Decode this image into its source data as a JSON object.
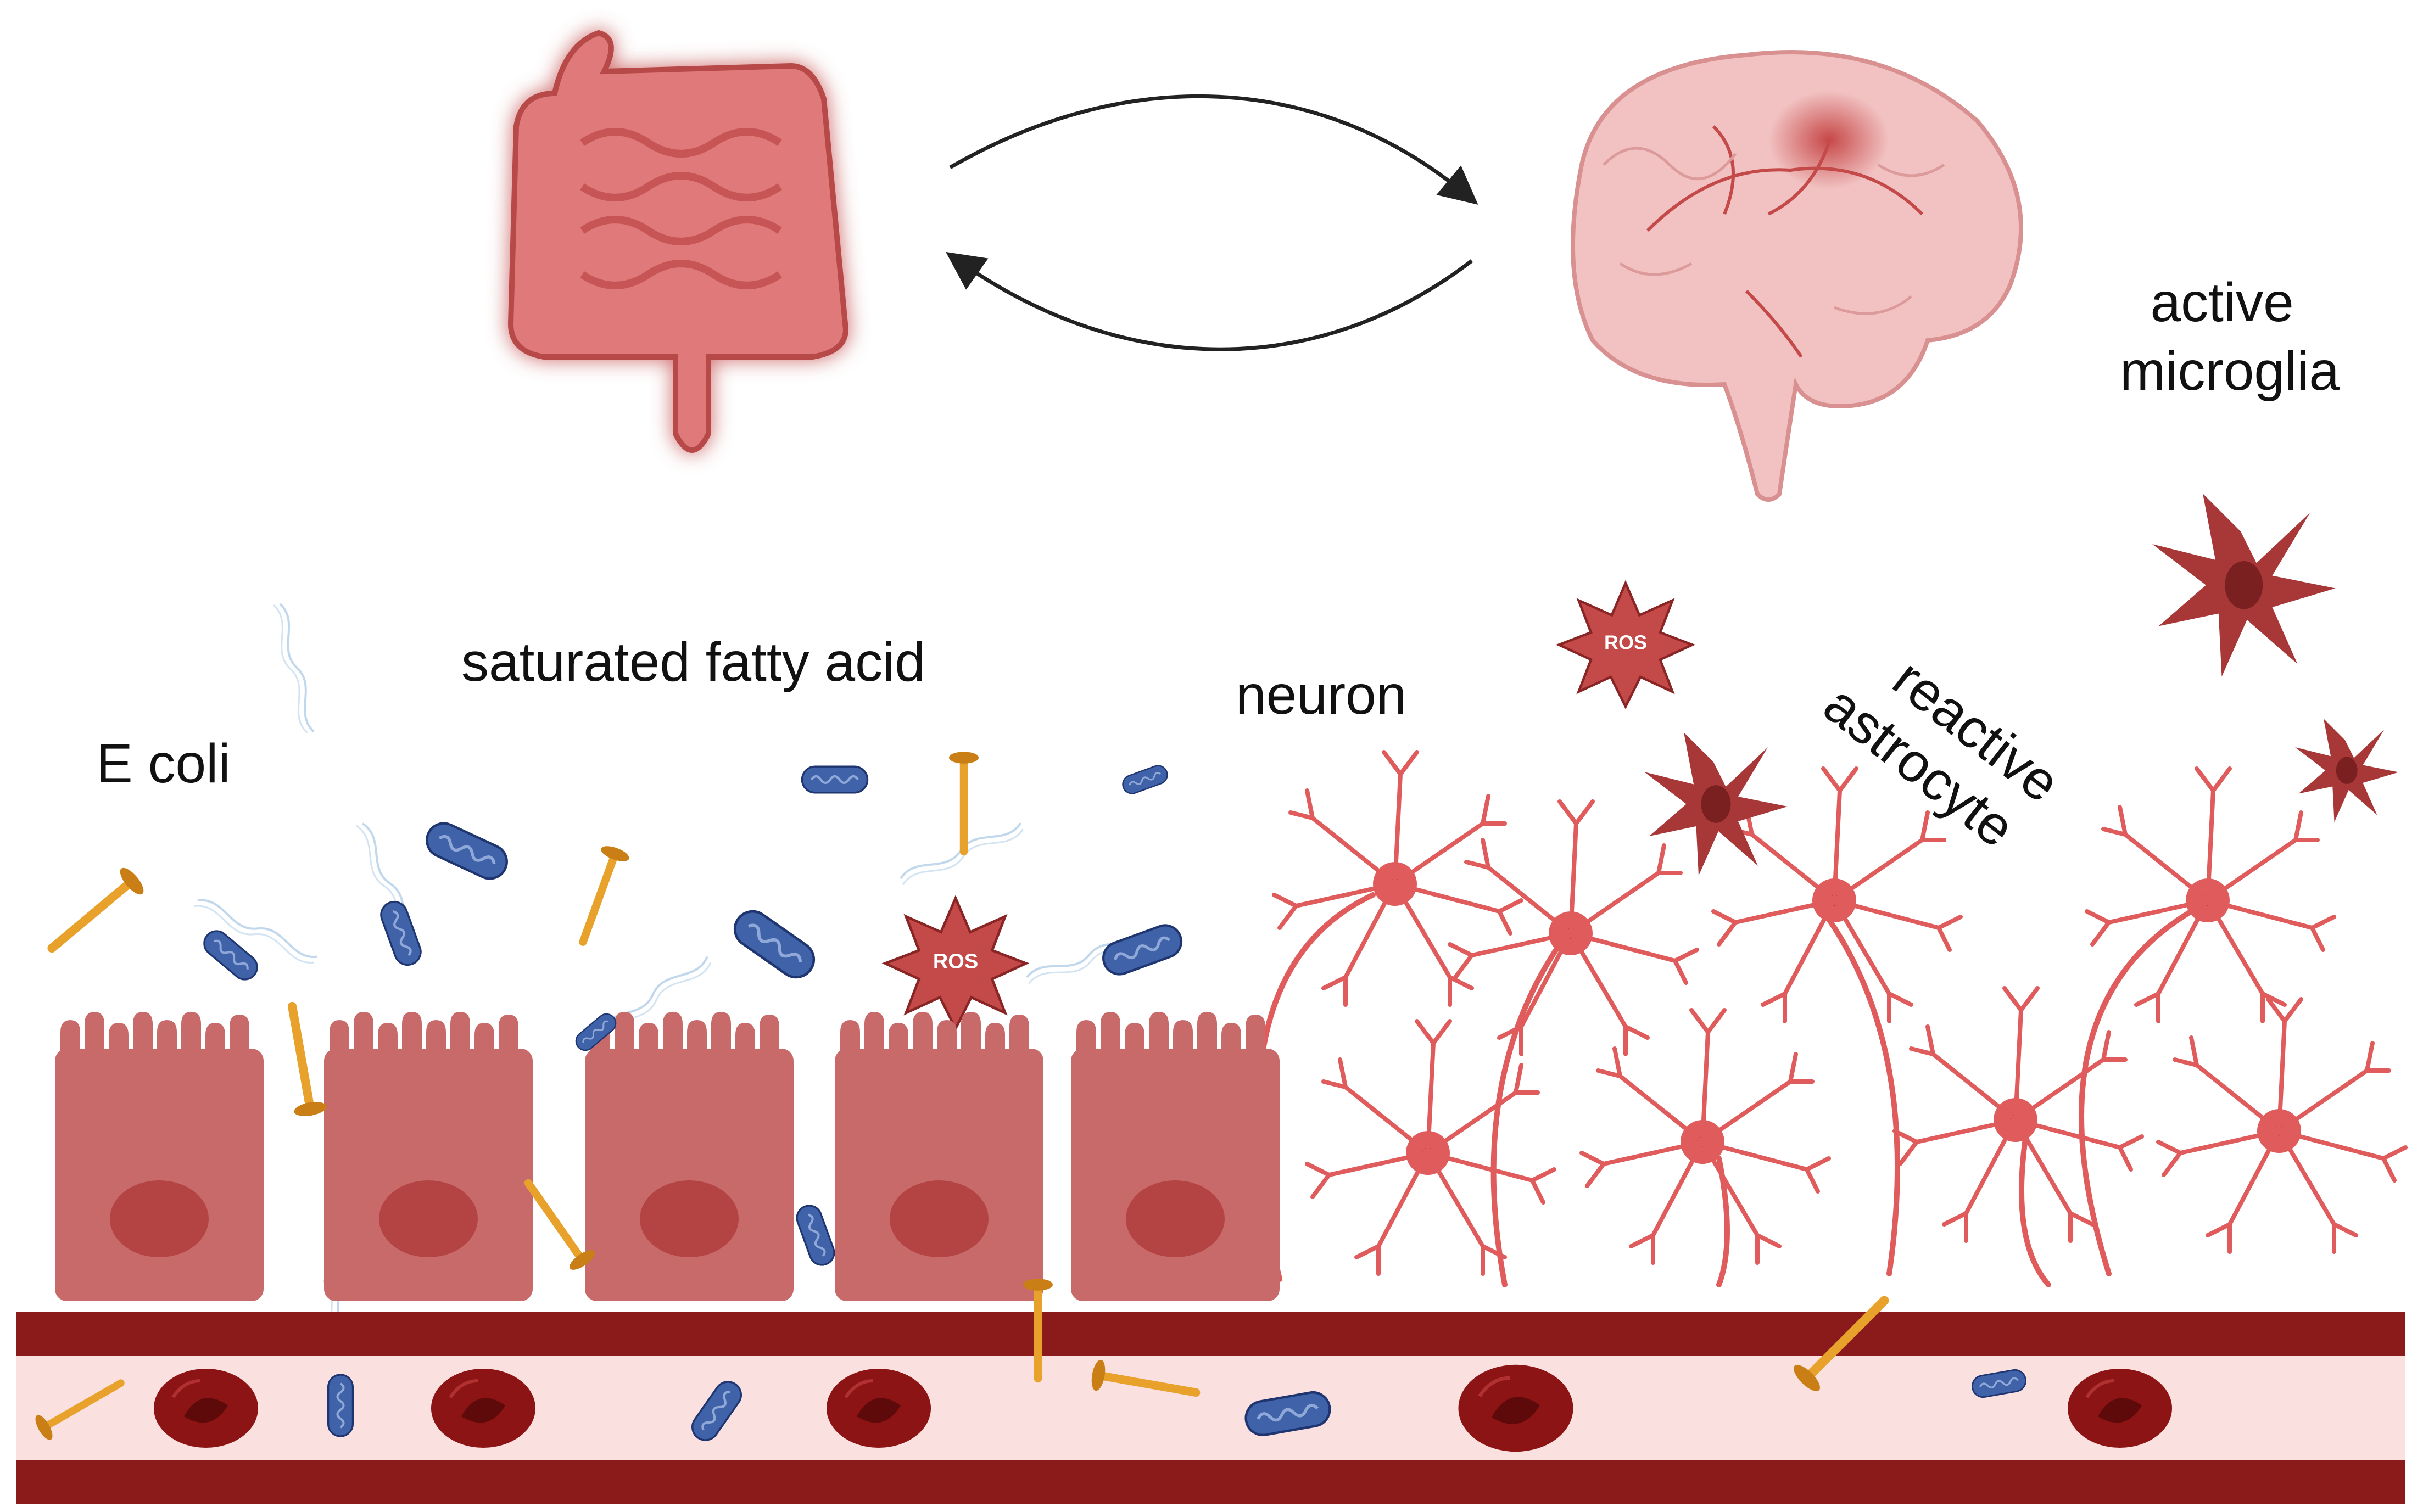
{
  "labels": {
    "e_coli": "E coli",
    "saturated_fatty_acid": "saturated fatty acid",
    "neuron": "neuron",
    "reactive_astrocyte": [
      "reactive",
      "astrocyte"
    ],
    "active_microglia": [
      "active",
      "microglia"
    ],
    "ros": "ROS"
  },
  "colors": {
    "epithelium": "#c96a6a",
    "nucleus": "#b44444",
    "bacteria": "#3f62a8",
    "fatty_acid": "#e8a12b",
    "vessel_wall": "#8b1a1a",
    "vessel_lumen": "#fbe0e0",
    "rbc": "#8c1414",
    "neuron": "#e05c5c",
    "microglia": "#a83838",
    "ros": "#c44a4a",
    "brain": "#f2c2c2",
    "gut": "#e07a7a"
  },
  "icons": [
    "intestine-icon",
    "brain-icon",
    "bidirectional-arrows-icon"
  ]
}
